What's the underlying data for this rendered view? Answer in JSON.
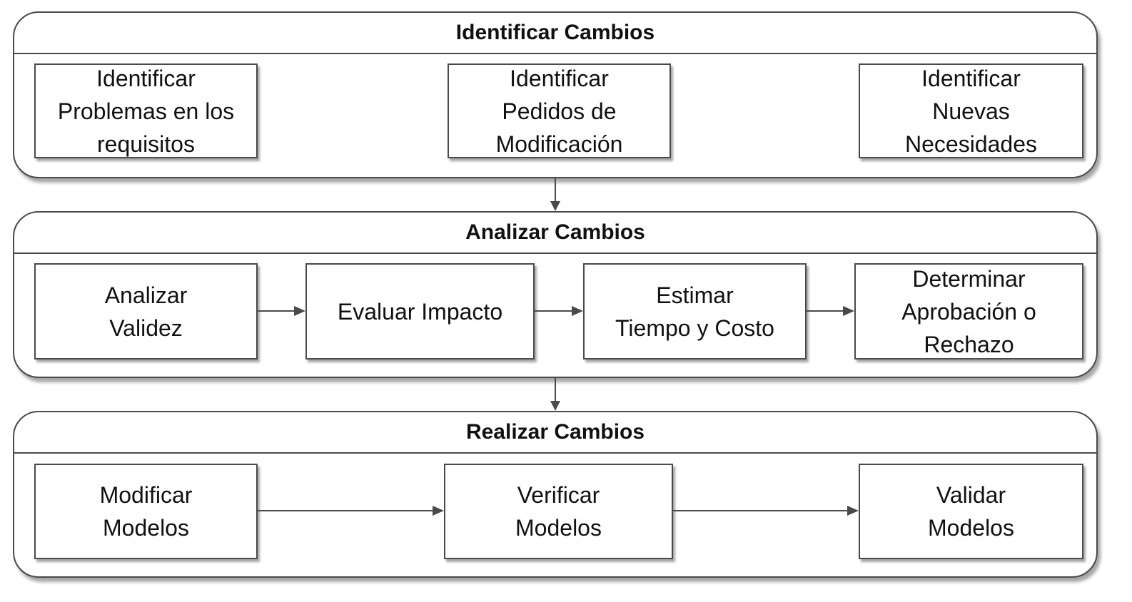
{
  "stages": [
    {
      "title": "Identificar Cambios",
      "activities": [
        "Identificar\nProblemas en los\nrequisitos",
        "Identificar\nPedidos de\nModificación",
        "Identificar\nNuevas\nNecesidades"
      ]
    },
    {
      "title": "Analizar Cambios",
      "activities": [
        "Analizar\nValidez",
        "Evaluar Impacto",
        "Estimar\nTiempo y Costo",
        "Determinar\nAprobación o\nRechazo"
      ]
    },
    {
      "title": "Realizar Cambios",
      "activities": [
        "Modificar\nModelos",
        "Verificar\nModelos",
        "Validar\nModelos"
      ]
    }
  ]
}
